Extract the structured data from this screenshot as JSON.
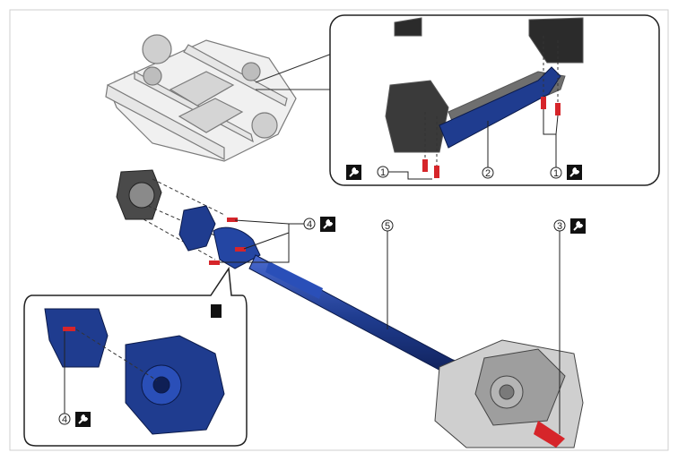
{
  "callouts": {
    "c1": "1",
    "c2": "2",
    "c3": "3",
    "c4": "4",
    "c5": "5"
  },
  "icons": {
    "torque": "wrench-icon"
  },
  "colors": {
    "part_blue": "#1f3c8f",
    "bolt_red": "#d6252a",
    "frame_gray": "#9a9a9a"
  }
}
